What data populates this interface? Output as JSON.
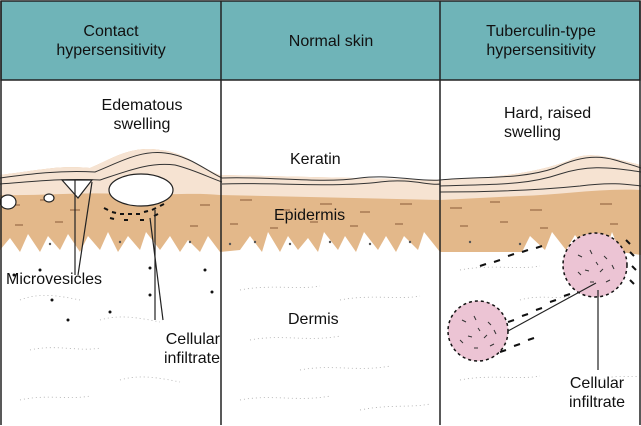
{
  "columns": [
    {
      "header": "Contact\nhypersensitivity"
    },
    {
      "header": "Normal skin"
    },
    {
      "header": "Tuberculin-type\nhypersensitivity"
    }
  ],
  "labels": {
    "edematous_swelling": "Edematous\nswelling",
    "keratin": "Keratin",
    "epidermis": "Epidermis",
    "dermis": "Dermis",
    "microvesicles": "Microvesicles",
    "cellular_infiltrate_left": "Cellular\ninfiltrate",
    "hard_raised_swelling": "Hard, raised\nswelling",
    "cellular_infiltrate_right": "Cellular\ninfiltrate"
  },
  "colors": {
    "header_bg": "#6fb4b8",
    "epidermis": "#e3b88a",
    "keratin": "#f6e3d2",
    "infiltrate": "#ecc4d4"
  }
}
